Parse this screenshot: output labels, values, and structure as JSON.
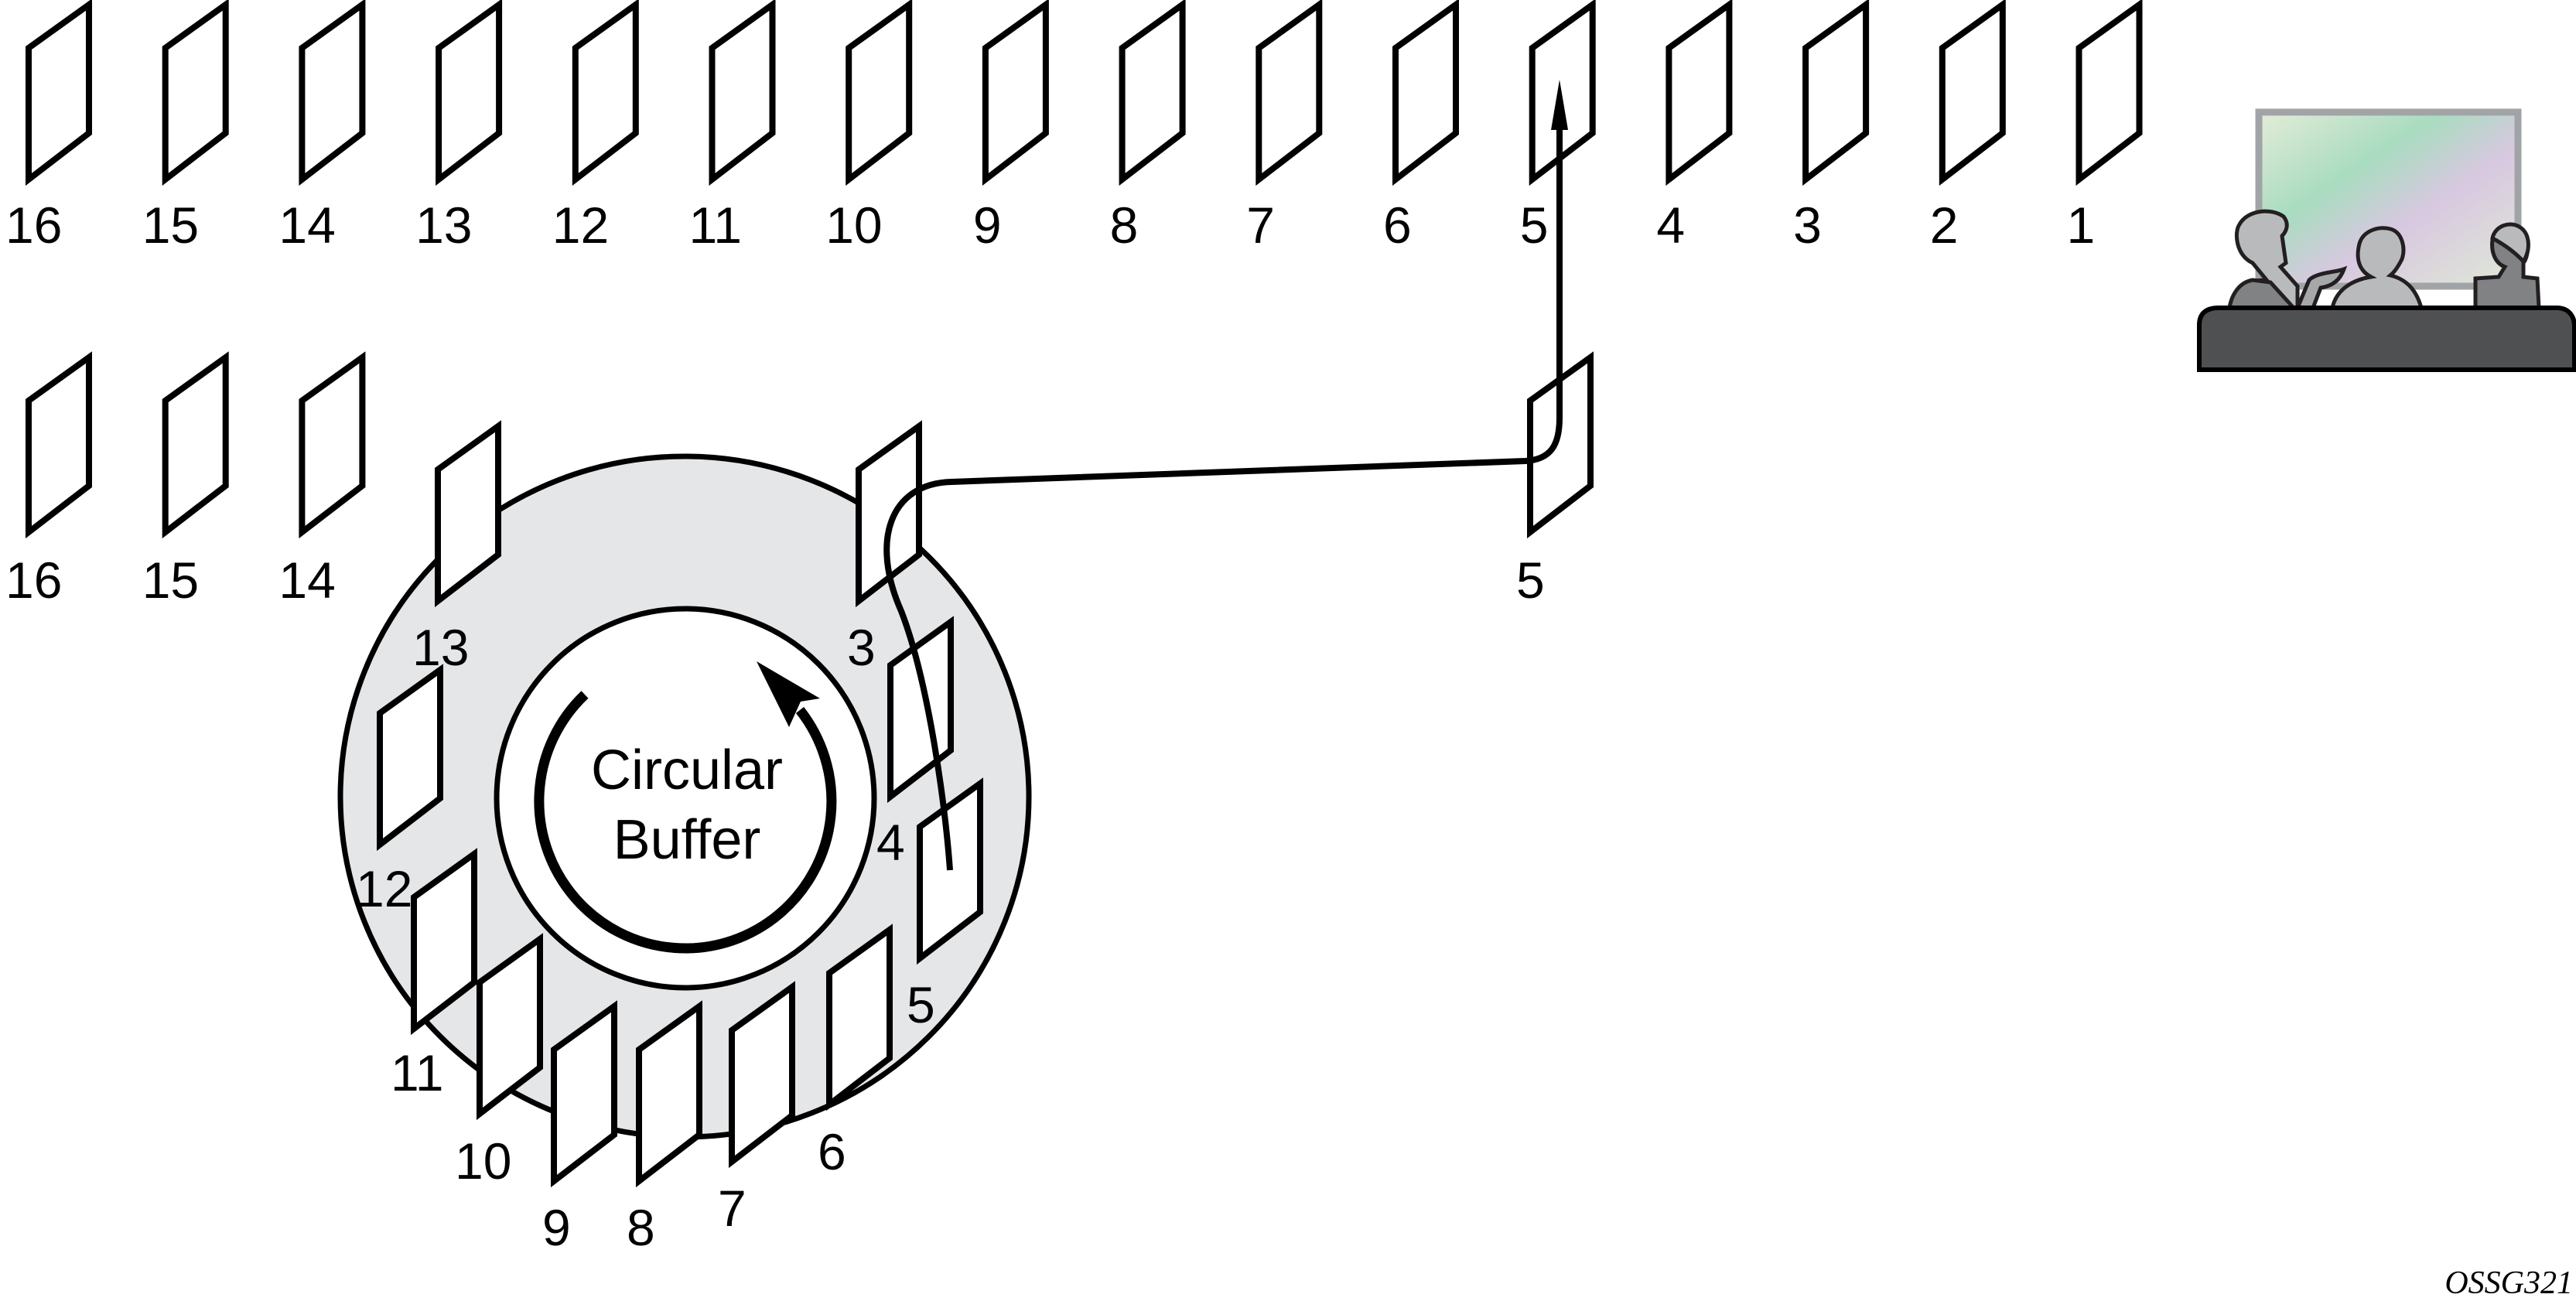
{
  "colors": {
    "ring_fill": "#e5e6e8",
    "stroke": "#000000",
    "tv_frame": "#a1a4a6",
    "couch": "#4f5052",
    "person_light": "#b9babc",
    "person_dark": "#808284"
  },
  "stream_row": {
    "labels": [
      "16",
      "15",
      "14",
      "13",
      "12",
      "11",
      "10",
      "9",
      "8",
      "7",
      "6",
      "5",
      "4",
      "3",
      "2",
      "1"
    ],
    "highlighted": "5"
  },
  "pending_row": {
    "labels": [
      "16",
      "15",
      "14"
    ],
    "extracted_frame_label": "5"
  },
  "buffer": {
    "title_line1": "Circular",
    "title_line2": "Buffer",
    "slot_labels": [
      "13",
      "3",
      "12",
      "4",
      "11",
      "5",
      "10",
      "6",
      "9",
      "8",
      "7"
    ]
  },
  "viewer_icon": "audience-watching-tv-icon",
  "figure_code": "OSSG321"
}
